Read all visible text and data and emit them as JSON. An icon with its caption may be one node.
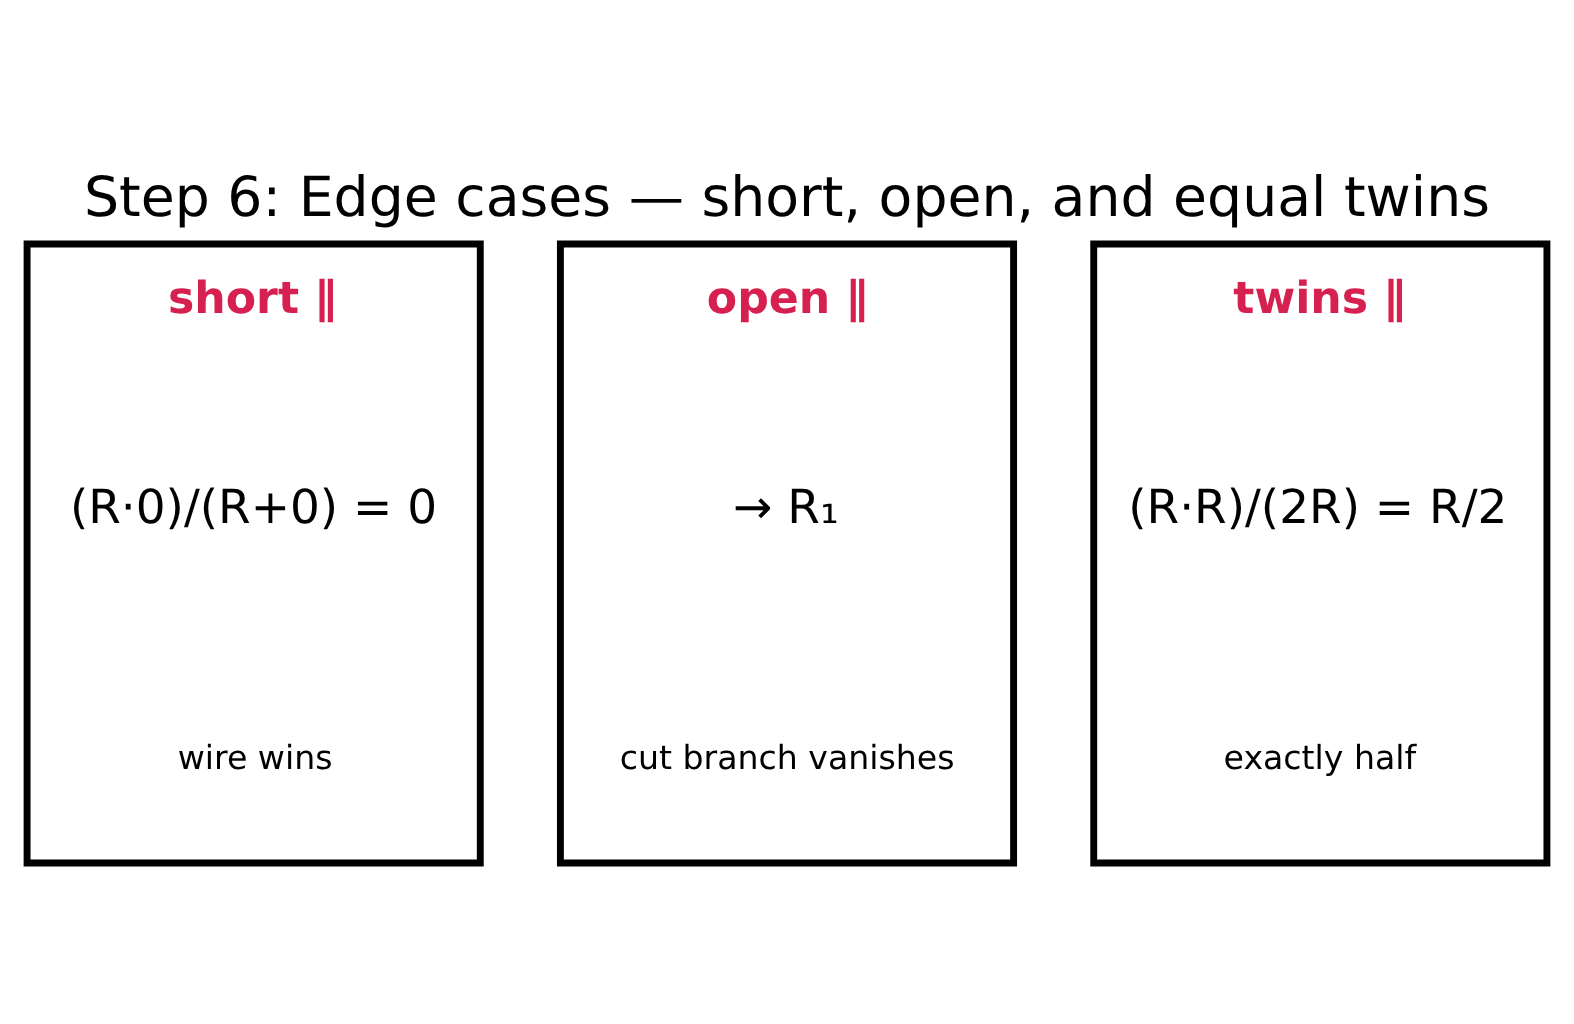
{
  "diagram": {
    "title": "Step 6: Edge cases — short, open, and equal twins",
    "nodes": [
      {
        "text": [
          "short ∥",
          "(R·0)/(R+0) = 0",
          "wire wins"
        ]
      },
      {
        "text": [
          "open ∥",
          "→ R₁",
          "cut branch vanishes"
        ]
      },
      {
        "text": [
          "twins ∥",
          "(R·R)/(2R) = R/2",
          "exactly half"
        ]
      }
    ]
  }
}
